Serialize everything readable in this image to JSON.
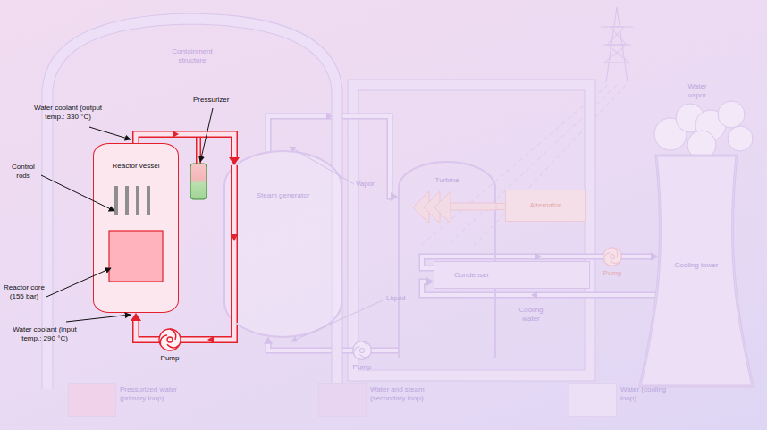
{
  "diagram": {
    "nodes": [
      {
        "text": [
          "Containment structure"
        ]
      },
      {
        "text": [
          "Reactor vessel"
        ],
        "in": 0
      },
      {
        "text": [
          "Steam generator"
        ],
        "in": 0
      },
      {
        "text": [
          "Turbine"
        ]
      },
      {
        "text": [
          "Alternator"
        ]
      },
      {
        "text": [
          "Condenser"
        ]
      },
      {
        "text": [
          "Cooling tower"
        ]
      }
    ],
    "edges": [
      {
        "from": 1,
        "to": 2,
        "arrow": "to"
      },
      {
        "from": 2,
        "to": 1,
        "arrow": "to"
      },
      {
        "from": 2,
        "to": 3,
        "arrow": "to"
      },
      {
        "from": 3,
        "to": 2,
        "arrow": "to"
      },
      {
        "from": 3,
        "to": 4,
        "arrow": "none"
      },
      {
        "from": 5,
        "to": 6,
        "arrow": "to"
      },
      {
        "from": 6,
        "to": 5,
        "arrow": "to"
      }
    ],
    "labels": [
      "Water coolant (output temp.: 330 °C)",
      "Pressurizer",
      "Control rods",
      "Reactor core (155 bar)",
      "Water coolant (input temp.: 290 °C)",
      "Pump",
      "Vapor",
      "Liquid",
      "Pump",
      "Pump",
      "Cooling water",
      "Water vapor"
    ],
    "legend": [
      {
        "text": "Pressurized water (primary loop)",
        "color": "#f0d3ea"
      },
      {
        "text": "Water and steam (secondary loop)",
        "color": "#e8d5f1"
      },
      {
        "text": "Water (cooling loop)",
        "color": "#ece0f7"
      }
    ]
  }
}
